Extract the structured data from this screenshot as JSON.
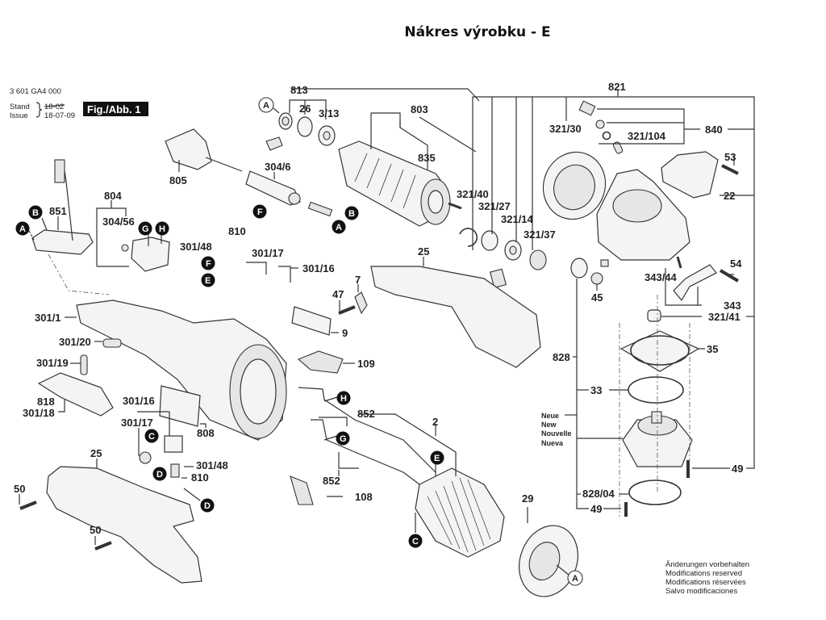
{
  "title": "Nákres výrobku - E",
  "header": {
    "part_number": "3 601 GA4 000",
    "stand_label": "Stand",
    "issue_label": "Issue",
    "stand_value_struck": "18-02",
    "issue_value": "18-07-09",
    "figure_label": "Fig./Abb. 1"
  },
  "labels": {
    "l813": "813",
    "l26": "26",
    "l3_13": "3/13",
    "l803": "803",
    "l835": "835",
    "l805": "805",
    "l304_6": "304/6",
    "l804": "804",
    "l851": "851",
    "l304_56": "304/56",
    "l810a": "810",
    "l301_48a": "301/48",
    "l301_17a": "301/17",
    "l301_16a": "301/16",
    "l301_1": "301/1",
    "l301_20": "301/20",
    "l301_19": "301/19",
    "l818": "818",
    "l301_18": "301/18",
    "l301_16b": "301/16",
    "l301_17b": "301/17",
    "l808": "808",
    "l301_48b": "301/48",
    "l810b": "810",
    "l25a": "25",
    "l50a": "50",
    "l50b": "50",
    "l47": "47",
    "l7": "7",
    "l9": "9",
    "l109": "109",
    "l25b": "25",
    "l852a": "852",
    "l852b": "852",
    "l2": "2",
    "l108": "108",
    "l29": "29",
    "l821": "821",
    "l321_30": "321/30",
    "l321_104": "321/104",
    "l840": "840",
    "l53": "53",
    "l22": "22",
    "l321_40": "321/40",
    "l321_27": "321/27",
    "l321_14": "321/14",
    "l321_37": "321/37",
    "l54": "54",
    "l343_44": "343/44",
    "l343": "343",
    "l45": "45",
    "l321_41": "321/41",
    "l35": "35",
    "l828": "828",
    "l33": "33",
    "l49a": "49",
    "l828_04": "828/04",
    "l49b": "49"
  },
  "new_note": [
    "Neue",
    "New",
    "Nouvelle",
    "Nueva"
  ],
  "markers": {
    "A": "A",
    "B": "B",
    "C": "C",
    "D": "D",
    "E": "E",
    "F": "F",
    "G": "G",
    "H": "H"
  },
  "footer": [
    "Änderungen vorbehalten",
    "Modifications reserved",
    "Modifications réservées",
    "Salvo modificaciones"
  ]
}
